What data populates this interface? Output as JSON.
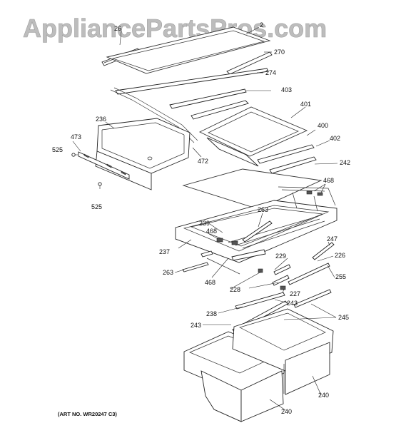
{
  "watermark": "AppliancePartsPros.com",
  "art_number": "(ART NO. WR20247 C3)",
  "callouts": {
    "c261": "26",
    "c2x": "2",
    "c270": "270",
    "c274": "274",
    "c403": "403",
    "c401": "401",
    "c400": "400",
    "c402": "402",
    "c242": "242",
    "c236": "236",
    "c473": "473",
    "c525a": "525",
    "c525b": "525",
    "c472": "472",
    "c468a": "468",
    "c263a": "263",
    "c239": "239",
    "c468b": "468",
    "c237": "237",
    "c263b": "263",
    "c468c": "468",
    "c247": "247",
    "c226": "226",
    "c229": "229",
    "c255": "255",
    "c228": "228",
    "c227": "227",
    "c243a": "243",
    "c238": "238",
    "c245": "245",
    "c243b": "243",
    "c240a": "240",
    "c240b": "240"
  }
}
